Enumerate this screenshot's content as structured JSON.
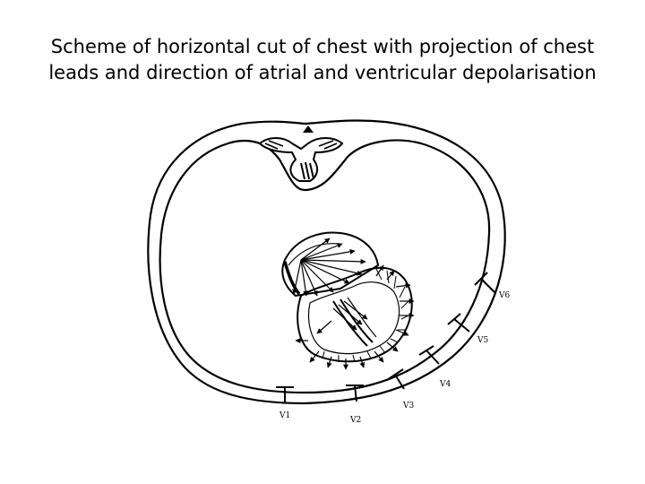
{
  "title": {
    "line1": "Scheme of horizontal cut of chest with projection of chest",
    "line2": "leads and direction of atrial and ventricular  depolarisation"
  },
  "leads": [
    {
      "id": "v1",
      "label": "V1"
    },
    {
      "id": "v2",
      "label": "V2"
    },
    {
      "id": "v3",
      "label": "V3"
    },
    {
      "id": "v4",
      "label": "V4"
    },
    {
      "id": "v5",
      "label": "V5"
    },
    {
      "id": "v6",
      "label": "V6"
    }
  ],
  "colors": {
    "ink": "#000000",
    "background": "#ffffff"
  }
}
